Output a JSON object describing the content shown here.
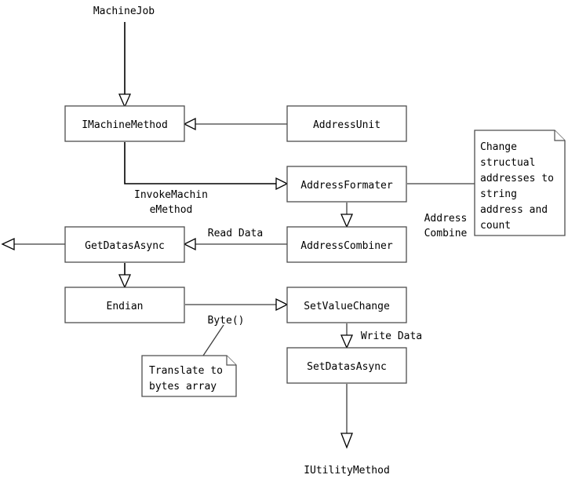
{
  "diagram": {
    "title": "MachineJob flow diagram",
    "background_color": "#ffffff",
    "line_color": "#3d3d3d",
    "box_stroke_color": "#4d4d4d",
    "text_color": "#000000",
    "endpoints": {
      "top": "MachineJob",
      "bottom": "IUtilityMethod"
    },
    "nodes": {
      "machine_method": "IMachineMethod",
      "address_unit": "AddressUnit",
      "address_formater": "AddressFormater",
      "address_combiner": "AddressCombiner",
      "get_datas_async": "GetDatasAsync",
      "endian": "Endian",
      "set_value_change": "SetValueChange",
      "set_datas_async": "SetDatasAsync"
    },
    "edge_labels": {
      "invoke_machine_method_line1": "InvokeMachin",
      "invoke_machine_method_line2": "eMethod",
      "read_data": "Read Data",
      "byte_call": "Byte()",
      "write_data": "Write Data",
      "address_combine_line1": "Address",
      "address_combine_line2": "Combine"
    },
    "notes": {
      "address_note": {
        "lines": [
          "Change",
          "structual",
          "addresses to",
          "string",
          "address and",
          "count"
        ]
      },
      "bytes_note": {
        "lines": [
          "Translate to",
          "bytes array"
        ]
      }
    }
  }
}
